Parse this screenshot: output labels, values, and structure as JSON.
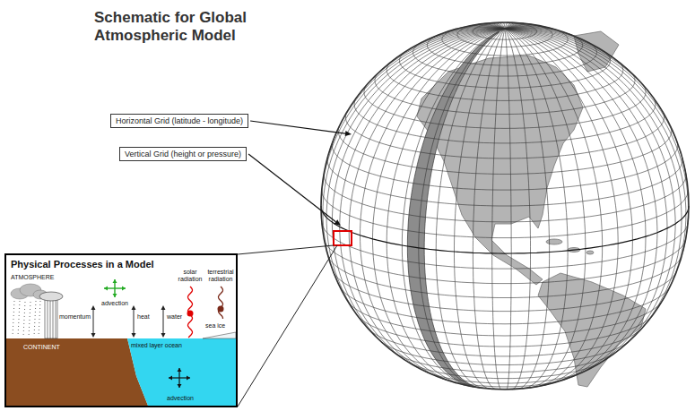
{
  "diagram": {
    "title": "Schematic for Global Atmospheric Model",
    "nodes": [
      {
        "text": [
          "Horizontal Grid (latitude - longitude)"
        ]
      },
      {
        "text": [
          "Vertical Grid (height or pressure)"
        ]
      },
      {
        "text": [
          "Physical Processes in a Model"
        ]
      }
    ],
    "labels": [
      "ATMOSPHERE",
      "advection",
      "solar radiation",
      "terrestrial radiation",
      "momentum",
      "heat",
      "water",
      "sea ice",
      "CONTINENT",
      "mixed layer ocean",
      "advection"
    ]
  }
}
